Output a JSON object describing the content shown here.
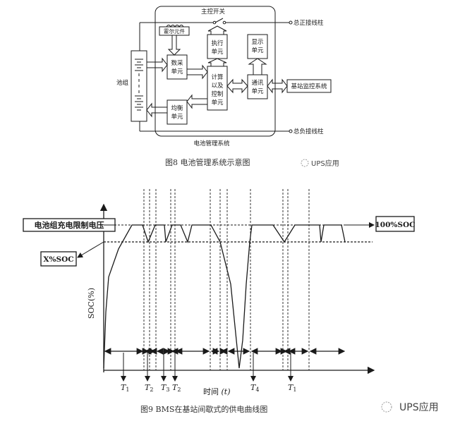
{
  "figure8": {
    "caption": "图8   电池管理系统示意图",
    "watermark": "UPS应用",
    "system_label": "电池管理系统",
    "master_switch_label": "主控开关",
    "positive_terminal_label": "总正接线柱",
    "negative_terminal_label": "总负接线柱",
    "battery_pack_label": "池组",
    "hall_element_label": "霍尔元件",
    "blocks": {
      "acquisition": [
        "数采",
        "单元"
      ],
      "execution": [
        "执行",
        "单元"
      ],
      "display": [
        "显示",
        "单元"
      ],
      "compute_control": [
        "计算",
        "以及",
        "控制",
        "单元"
      ],
      "communication": [
        "通讯",
        "单元"
      ],
      "balancing": [
        "均衡",
        "单元"
      ],
      "base_station_monitor": "基站监控系统"
    }
  },
  "figure9": {
    "caption": "图9   BMS在基站间歇式的供电曲线图",
    "watermark": "UPS应用",
    "charge_limit_label": "电池组充电限制电压",
    "x_soc_label": "X%SOC",
    "full_soc_label": "100%SOC",
    "ylabel": "SOC(%)",
    "xlabel_main": "时间 ",
    "xlabel_var": "(t)",
    "period_labels": [
      {
        "main": "T",
        "sub": "1"
      },
      {
        "main": "T",
        "sub": "2"
      },
      {
        "main": "T",
        "sub": "3"
      },
      {
        "main": "T",
        "sub": "2"
      },
      {
        "main": "T",
        "sub": "4"
      },
      {
        "main": "T",
        "sub": "1"
      }
    ]
  },
  "chart_data": {
    "type": "line",
    "title": "BMS在基站间歇式的供电曲线图",
    "xlabel": "时间 (t)",
    "ylabel": "SOC(%)",
    "ylim": [
      0,
      100
    ],
    "reference_lines": [
      {
        "label": "电池组充电限制电压 / 100%SOC",
        "y": 100
      },
      {
        "label": "X%SOC",
        "y": 90
      }
    ],
    "x": [
      0,
      3,
      7,
      21,
      40,
      48,
      55,
      63,
      66,
      73,
      77,
      86,
      88,
      97,
      100,
      105,
      109,
      119,
      125,
      135,
      152,
      165,
      180,
      188,
      192,
      197,
      202,
      207,
      210,
      222,
      240,
      256,
      271,
      278,
      280,
      290,
      306,
      308,
      312,
      317,
      322,
      337,
      342,
      343
    ],
    "y": [
      0,
      40,
      65,
      85,
      100,
      100,
      100,
      90,
      93,
      100,
      100,
      100,
      90,
      100,
      100,
      100,
      100,
      90,
      100,
      100,
      100,
      90,
      60,
      20,
      0,
      20,
      60,
      90,
      100,
      100,
      100,
      90,
      100,
      100,
      100,
      100,
      100,
      90,
      100,
      100,
      100,
      100,
      90,
      90
    ],
    "period_boundaries": [
      0,
      57,
      65,
      74,
      95,
      101,
      151,
      165,
      175,
      208,
      254,
      261,
      291
    ],
    "periods": [
      "T1",
      "T2",
      "T3",
      "T2",
      "T4",
      "T1"
    ]
  }
}
